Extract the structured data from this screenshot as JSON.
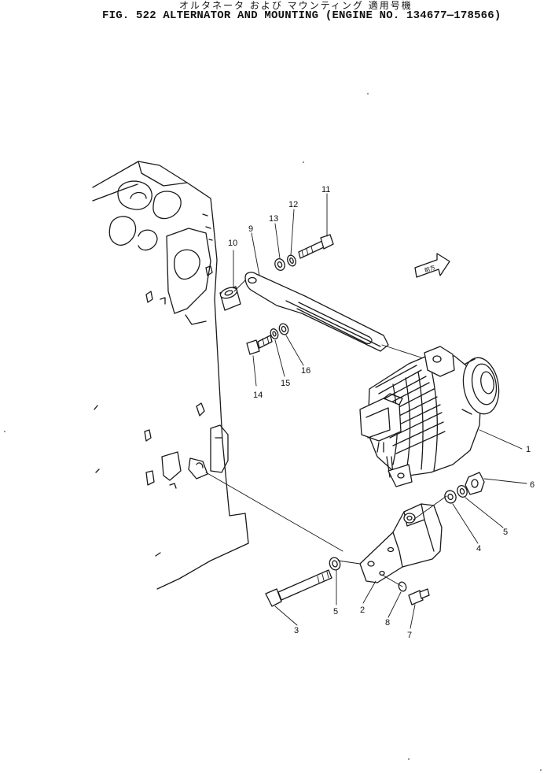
{
  "header": {
    "japanese_title": "オルタネータ および マウンティング 適用号機",
    "figure_title": "FIG. 522  ALTERNATOR AND MOUNTING  (ENGINE NO. 134677—178566)"
  },
  "direction_mark": {
    "text": "前方",
    "icon": "front-direction-arrow"
  },
  "callouts": [
    {
      "id": "c1",
      "label": "1"
    },
    {
      "id": "c2",
      "label": "2"
    },
    {
      "id": "c3",
      "label": "3"
    },
    {
      "id": "c4",
      "label": "4"
    },
    {
      "id": "c5a",
      "label": "5"
    },
    {
      "id": "c5b",
      "label": "5"
    },
    {
      "id": "c6",
      "label": "6"
    },
    {
      "id": "c7",
      "label": "7"
    },
    {
      "id": "c8",
      "label": "8"
    },
    {
      "id": "c9",
      "label": "9"
    },
    {
      "id": "c10",
      "label": "10"
    },
    {
      "id": "c11",
      "label": "11"
    },
    {
      "id": "c12",
      "label": "12"
    },
    {
      "id": "c13",
      "label": "13"
    },
    {
      "id": "c14",
      "label": "14"
    },
    {
      "id": "c15",
      "label": "15"
    },
    {
      "id": "c16",
      "label": "16"
    }
  ]
}
